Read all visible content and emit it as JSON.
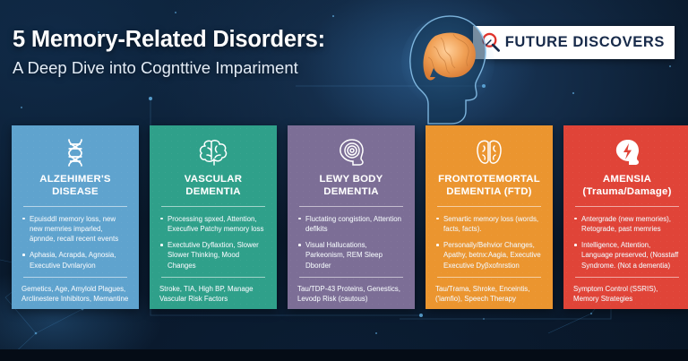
{
  "header": {
    "title": "5 Memory-Related Disorders:",
    "subtitle": "A Deep Dive into Cognttive Impariment"
  },
  "logo": {
    "text": "FUTURE DISCOVERS",
    "icon": "magnifier-icon",
    "mark_color": "#e0342c",
    "text_color": "#172a4a",
    "background": "#ffffff"
  },
  "hero": {
    "icon": "head-profile-with-brain-graphic",
    "brain_color": "#f0a055",
    "outline_color": "#6fa8d6"
  },
  "colors": {
    "page_background": "#0a1628",
    "card_blue": "#5fa3ce",
    "card_teal": "#2fa08a",
    "card_purple": "#7c6e96",
    "card_orange": "#eb952f",
    "card_red": "#e04438"
  },
  "cards": [
    {
      "id": "alzheimers",
      "title_line1": "ALZEHIMER'S DISEASE",
      "title_line2": "",
      "icon": "dna-helix-icon",
      "color": "#5fa3ce",
      "bullets": [
        "Epuisddl memory loss, new new memries imparled, äpnnde, recall recent events",
        "Aphasia, Acrapda, Agnosia, Executive Dvnlaryion"
      ],
      "footer": "Gemetics, Age, Amylold Plagues, Arclinestere Inhibitors, Memantine"
    },
    {
      "id": "vascular-dementia",
      "title_line1": "VASCULAR DEMENTIA",
      "title_line2": "",
      "icon": "brain-icon",
      "color": "#2fa08a",
      "bullets": [
        "Processing spxed, Attention, Execufive Patchy memory loss",
        "Exectutive Dyflaxtion, Slower Slower Thinking, Mood Changes"
      ],
      "footer": "Stroke, TIA, High BP, Manage Vascular Risk Factors"
    },
    {
      "id": "lewy-body-dementia",
      "title_line1": "LEWY BODY",
      "title_line2": "DEMENTIA",
      "icon": "head-spiral-icon",
      "color": "#7c6e96",
      "bullets": [
        "Fluctating congistion, Attention deflkits",
        "Visual Hallucations, Parkeonism, REM Sleep Dborder"
      ],
      "footer": "Tau/TDP-43 Proteins, Genestics, Levodp Risk (cautous)"
    },
    {
      "id": "frontotemporal-dementia",
      "title_line1": "FRONTOTEMORTAL",
      "title_line2": "DEMENTIA (FTD)",
      "icon": "brain-lobes-icon",
      "color": "#eb952f",
      "bullets": [
        "Semartic memory loss (words, facts, facts).",
        "Personaily/Behvior Changes, Apathy, betnx:Aagia, Executive Executive Dyβxofnrstion"
      ],
      "footer": "Tau/Trama, Shroke, Enceintis, ('iamfio), Speech Therapy"
    },
    {
      "id": "amnesia",
      "title_line1": "AMENSIA",
      "title_line2": "(Trauma/Damage)",
      "icon": "head-lightning-icon",
      "color": "#e04438",
      "bullets": [
        "Antergrade (new memories), Retograde, past memries",
        "Intelligence, Attention, Language preserved, (Nosstaff Syndrome. (Not a dementia)"
      ],
      "footer": "Symptom Control (SSRIS), Memory Strategies"
    }
  ]
}
